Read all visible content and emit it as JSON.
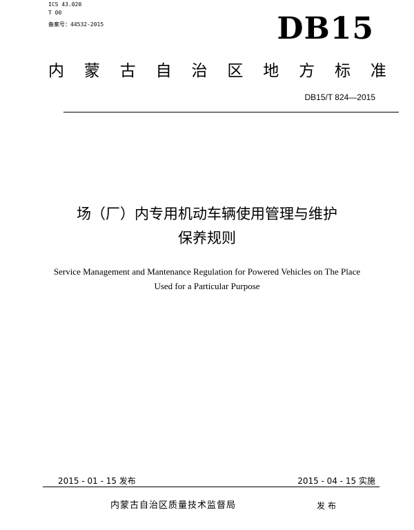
{
  "header": {
    "ics": "ICS 43.020",
    "ccs": "T 00",
    "record_number": "备案号：44532-2015",
    "standard_code": "DB15",
    "standard_type": [
      "内",
      "蒙",
      "古",
      "自",
      "治",
      "区",
      "地",
      "方",
      "标",
      "准"
    ],
    "standard_number": "DB15/T 824—2015"
  },
  "title": {
    "zh_line_1": "场（厂）内专用机动车辆使用管理与维护",
    "zh_line_2": "保养规则",
    "en_line_1": "Service Management and Mantenance Regulation for Powered Vehicles on The Place",
    "en_line_2": "Used for a Particular Purpose"
  },
  "footer": {
    "issue_date": "2015 - 01 - 15 发布",
    "implementation_date": "2015 - 04 - 15 实施",
    "publisher": "内蒙古自治区质量技术监督局",
    "publish_label": "发布"
  }
}
